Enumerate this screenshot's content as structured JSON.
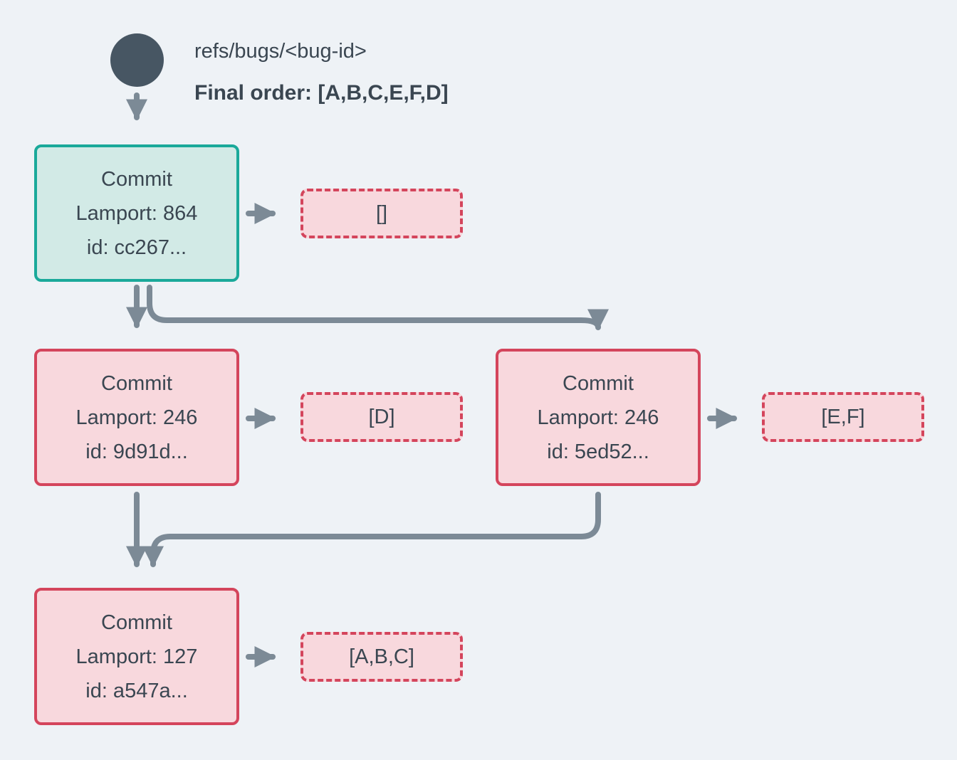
{
  "header": {
    "ref_label": "refs/bugs/<bug-id>",
    "final_order_label": "Final order: [A,B,C,E,F,D]"
  },
  "commits": [
    {
      "title": "Commit",
      "lamport": "Lamport: 864",
      "commit_id": "id: cc267...",
      "ops": "[]",
      "variant": "teal"
    },
    {
      "title": "Commit",
      "lamport": "Lamport: 246",
      "commit_id": "id: 9d91d...",
      "ops": "[D]",
      "variant": "red"
    },
    {
      "title": "Commit",
      "lamport": "Lamport: 246",
      "commit_id": "id: 5ed52...",
      "ops": "[E,F]",
      "variant": "red"
    },
    {
      "title": "Commit",
      "lamport": "Lamport: 127",
      "commit_id": "id: a547a...",
      "ops": "[A,B,C]",
      "variant": "red"
    }
  ],
  "colors": {
    "background": "#eef2f6",
    "ref_node": "#475663",
    "arrow": "#7c8a96",
    "teal_border": "#1aa99a",
    "teal_fill": "#d2eae6",
    "red_border": "#d4455c",
    "pink_fill": "#f8d8dd",
    "text": "#3a4651"
  }
}
